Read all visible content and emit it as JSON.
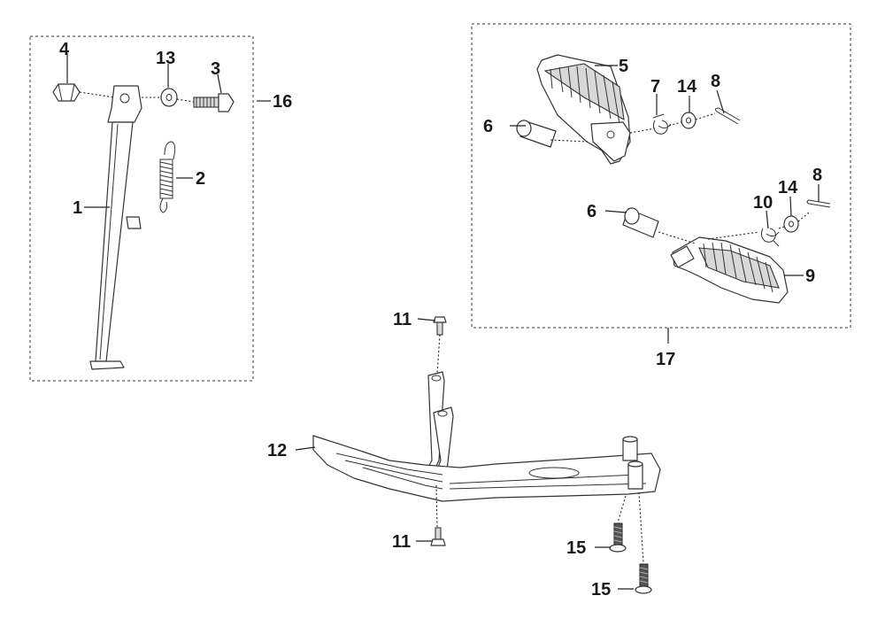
{
  "diagram": {
    "type": "exploded-parts-diagram",
    "callouts": {
      "c1": "1",
      "c2": "2",
      "c3": "3",
      "c4": "4",
      "c5": "5",
      "c6a": "6",
      "c6b": "6",
      "c7": "7",
      "c8a": "8",
      "c8b": "8",
      "c9": "9",
      "c10": "10",
      "c11a": "11",
      "c11b": "11",
      "c12": "12",
      "c13": "13",
      "c14a": "14",
      "c14b": "14",
      "c15a": "15",
      "c15b": "15",
      "c16": "16",
      "c17": "17"
    }
  }
}
